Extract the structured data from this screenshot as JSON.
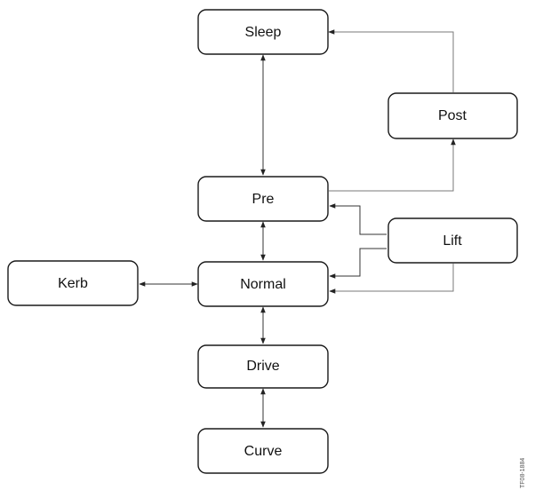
{
  "nodes": {
    "sleep": "Sleep",
    "post": "Post",
    "pre": "Pre",
    "lift": "Lift",
    "kerb": "Kerb",
    "normal": "Normal",
    "drive": "Drive",
    "curve": "Curve"
  },
  "figure_id": "TF08-1884",
  "colors": {
    "box_stroke": "#1a1a1a",
    "line_dark": "#333333",
    "line_light": "#7a7a7a"
  }
}
